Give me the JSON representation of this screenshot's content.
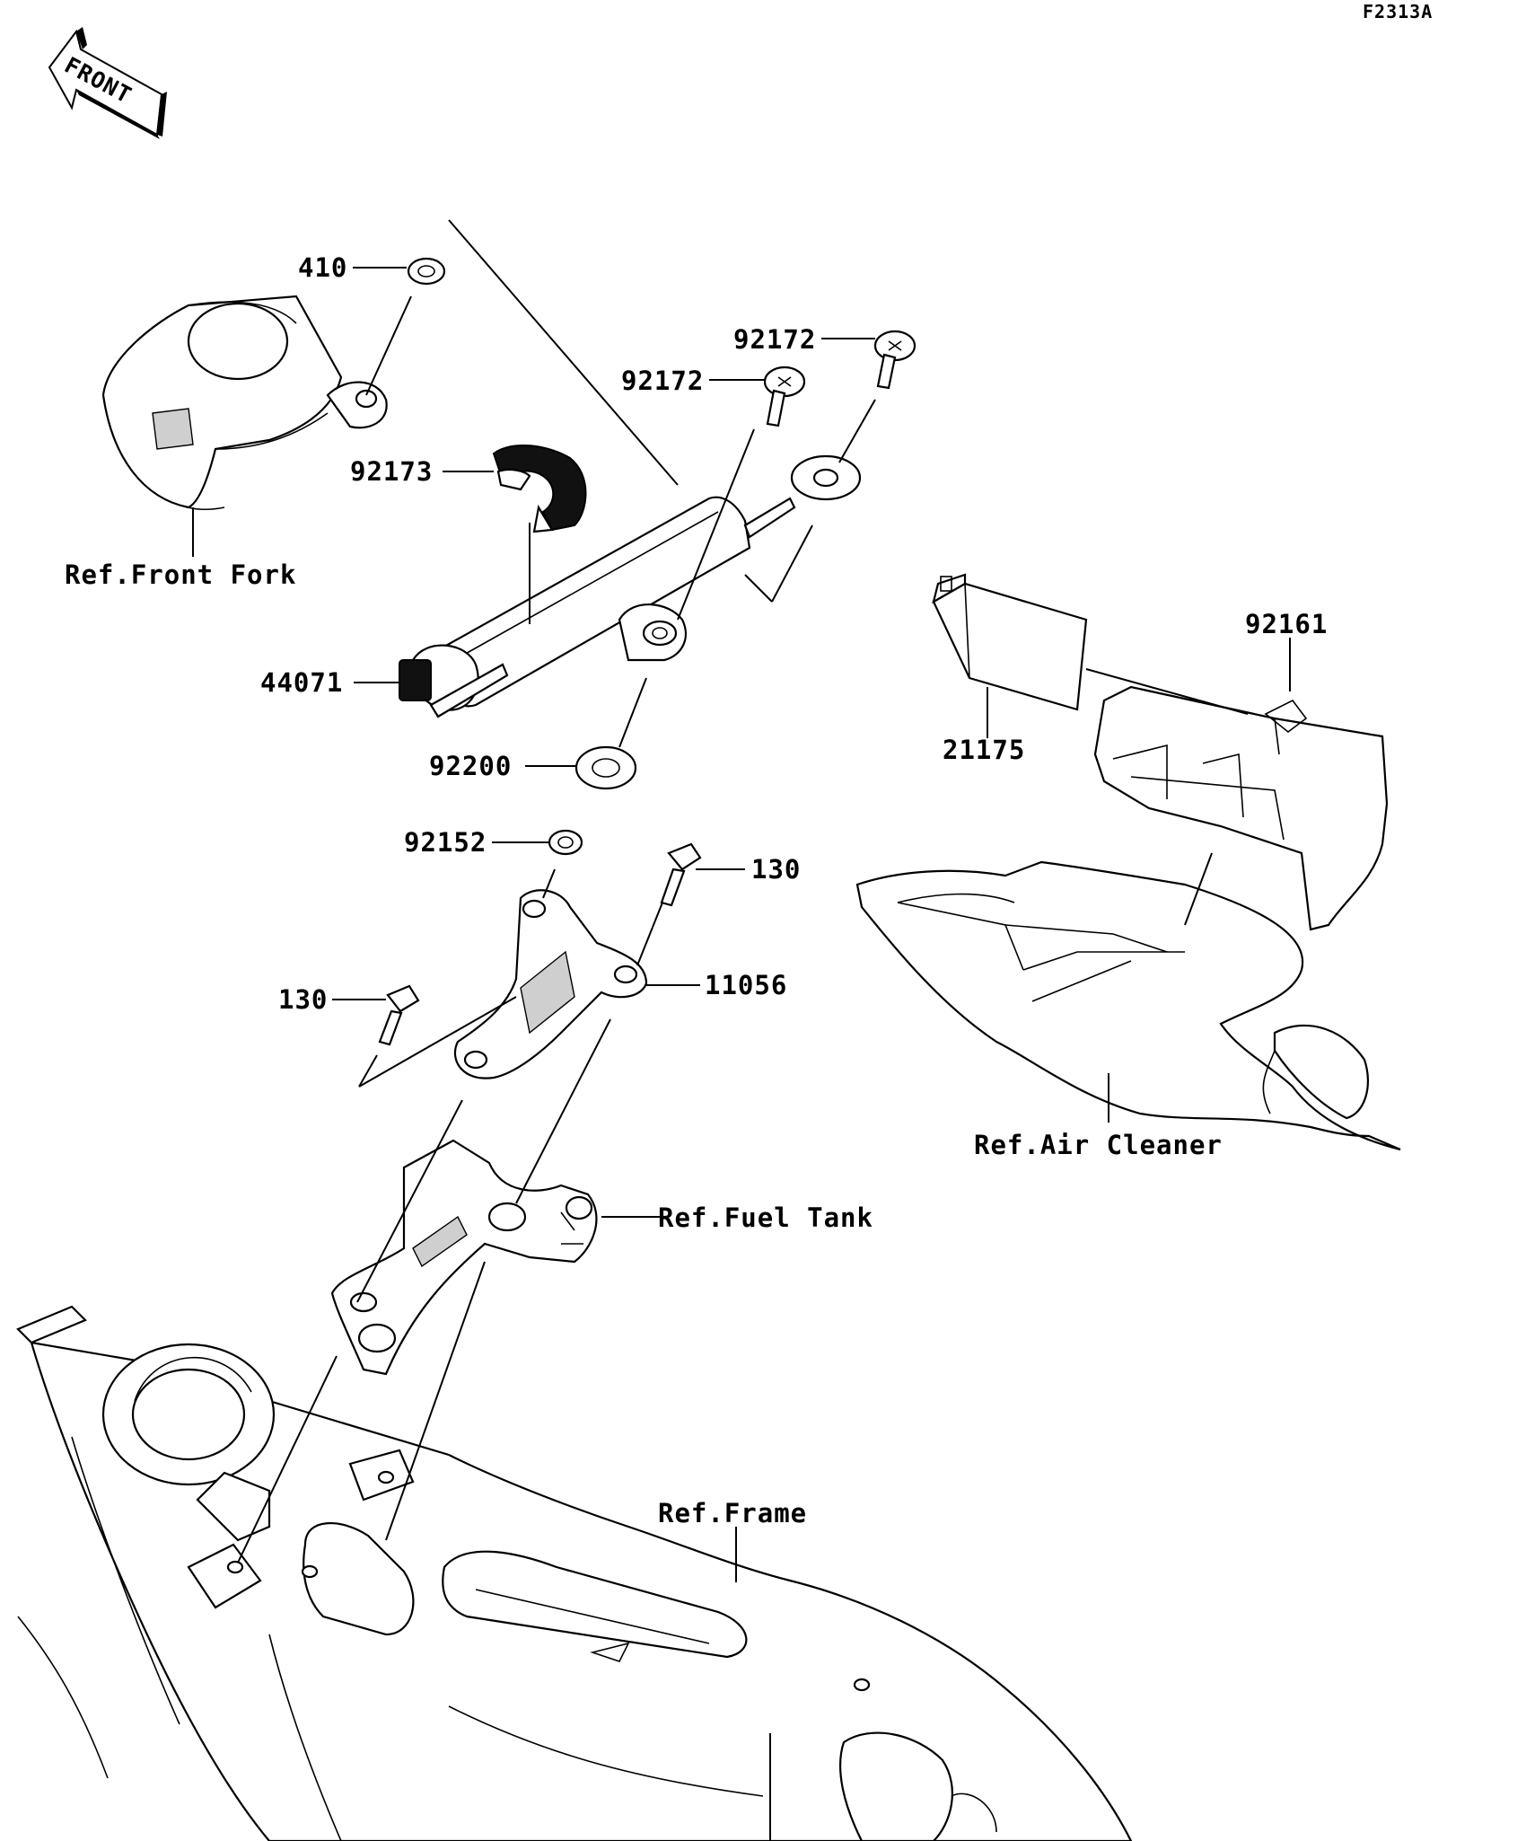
{
  "diagram_code": "F2313A",
  "front_badge": "FRONT",
  "labels": {
    "p410": "410",
    "p92172_a": "92172",
    "p92172_b": "92172",
    "p92173": "92173",
    "ref_front_fork": "Ref.Front Fork",
    "p44071": "44071",
    "p92200": "92200",
    "p92152": "92152",
    "p130_a": "130",
    "p130_b": "130",
    "p11056": "11056",
    "p92161": "92161",
    "p21175": "21175",
    "ref_air_cleaner": "Ref.Air Cleaner",
    "ref_fuel_tank": "Ref.Fuel Tank",
    "ref_frame": "Ref.Frame"
  }
}
